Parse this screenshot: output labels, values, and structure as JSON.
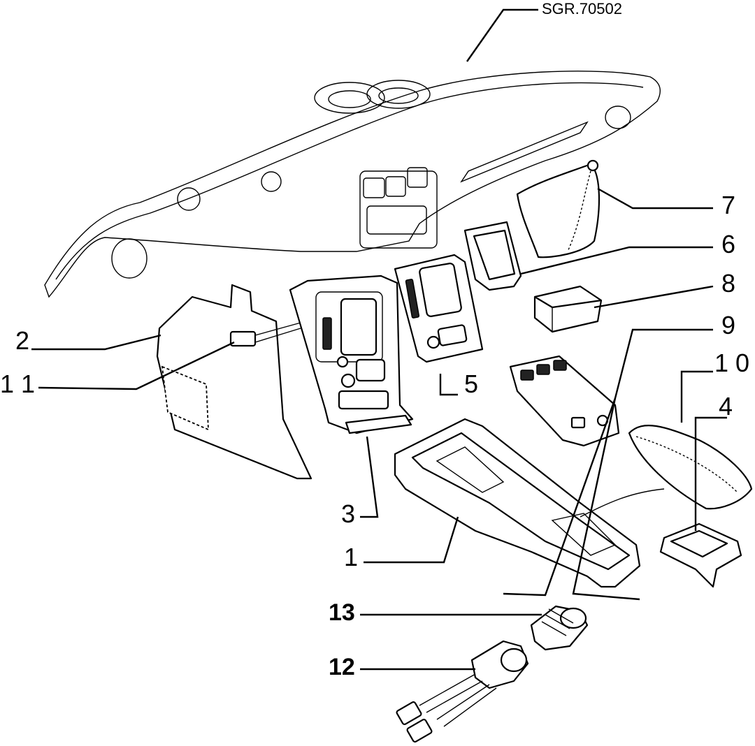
{
  "drawing_ref": "SGR.70502",
  "callouts": [
    {
      "id": "p7",
      "label": "7"
    },
    {
      "id": "p6",
      "label": "6"
    },
    {
      "id": "p8",
      "label": "8"
    },
    {
      "id": "p9",
      "label": "9"
    },
    {
      "id": "p2",
      "label": "2"
    },
    {
      "id": "p11",
      "label": "1 1"
    },
    {
      "id": "p5",
      "label": "5"
    },
    {
      "id": "p10",
      "label": "1 0"
    },
    {
      "id": "p4",
      "label": "4"
    },
    {
      "id": "p3",
      "label": "3"
    },
    {
      "id": "p1",
      "label": "1"
    },
    {
      "id": "p13",
      "label": "13"
    },
    {
      "id": "p12",
      "label": "12"
    }
  ]
}
